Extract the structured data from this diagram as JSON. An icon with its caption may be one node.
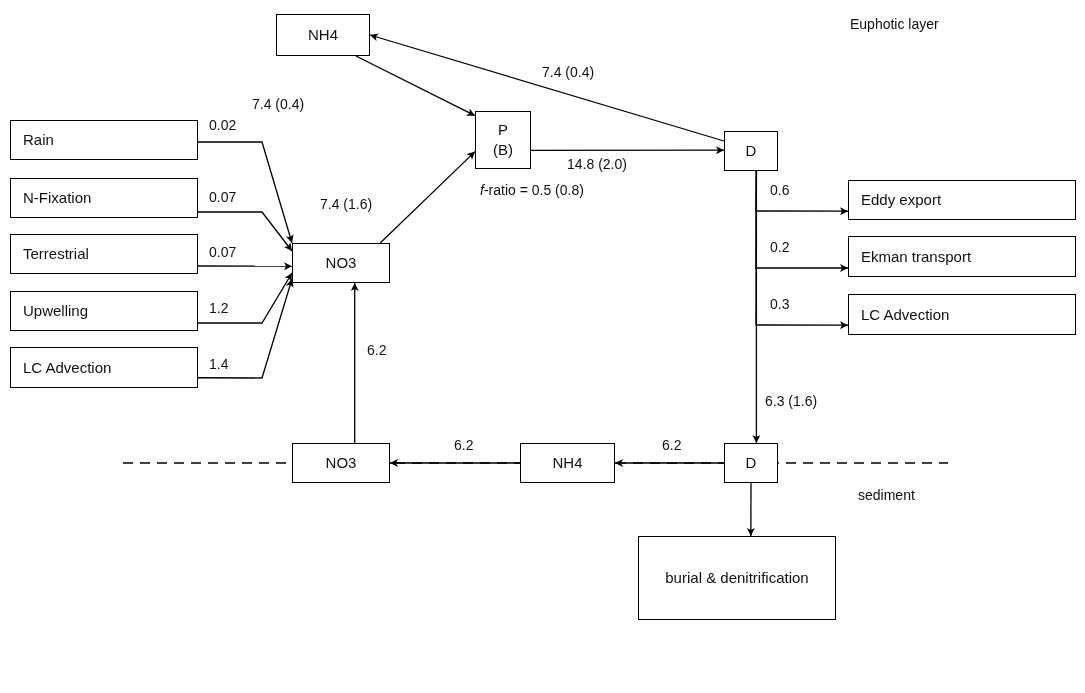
{
  "diagram": {
    "nodes": [
      {
        "text": [
          "NH4"
        ]
      },
      {
        "text": [
          "P",
          "(B)"
        ]
      },
      {
        "text": [
          "D"
        ]
      },
      {
        "text": [
          "Rain"
        ]
      },
      {
        "text": [
          "N-Fixation"
        ]
      },
      {
        "text": [
          "Terrestrial"
        ]
      },
      {
        "text": [
          "Upwelling"
        ]
      },
      {
        "text": [
          "LC Advection"
        ]
      },
      {
        "text": [
          "NO3"
        ]
      },
      {
        "text": [
          "Eddy export"
        ]
      },
      {
        "text": [
          "Ekman transport"
        ]
      },
      {
        "text": [
          "LC Advection"
        ]
      },
      {
        "text": [
          "NO3"
        ]
      },
      {
        "text": [
          "NH4"
        ]
      },
      {
        "text": [
          "D"
        ]
      },
      {
        "text": [
          "burial & denitrification"
        ]
      }
    ],
    "edges": [
      {
        "from": 2,
        "to": 0,
        "arrow": "to",
        "label": "7.4 (0.4)"
      },
      {
        "from": 0,
        "to": 1,
        "arrow": "to",
        "label": "7.4 (0.4)"
      },
      {
        "from": 3,
        "to": 8,
        "arrow": "to",
        "label": "0.02"
      },
      {
        "from": 4,
        "to": 8,
        "arrow": "to",
        "label": "0.07"
      },
      {
        "from": 5,
        "to": 8,
        "arrow": "to",
        "label": "0.07"
      },
      {
        "from": 6,
        "to": 8,
        "arrow": "to",
        "label": "1.2"
      },
      {
        "from": 7,
        "to": 8,
        "arrow": "to",
        "label": "1.4"
      },
      {
        "from": 8,
        "to": 1,
        "arrow": "to",
        "label": "7.4 (1.6)"
      },
      {
        "from": 1,
        "to": 2,
        "arrow": "to",
        "label": "14.8 (2.0)"
      },
      {
        "from": 2,
        "to": 9,
        "arrow": "to",
        "label": "0.6"
      },
      {
        "from": 2,
        "to": 10,
        "arrow": "to",
        "label": "0.2"
      },
      {
        "from": 2,
        "to": 11,
        "arrow": "to",
        "label": "0.3"
      },
      {
        "from": 2,
        "to": 14,
        "arrow": "to",
        "label": "6.3 (1.6)"
      },
      {
        "from": 14,
        "to": 13,
        "arrow": "to",
        "label": "6.2"
      },
      {
        "from": 13,
        "to": 12,
        "arrow": "to",
        "label": "6.2"
      },
      {
        "from": 12,
        "to": 8,
        "arrow": "to",
        "label": "6.2"
      },
      {
        "from": 14,
        "to": 15,
        "arrow": "to"
      }
    ],
    "labels": [
      "Euphotic layer",
      "*f*-ratio = 0.5 (0.8)",
      "sediment"
    ]
  }
}
